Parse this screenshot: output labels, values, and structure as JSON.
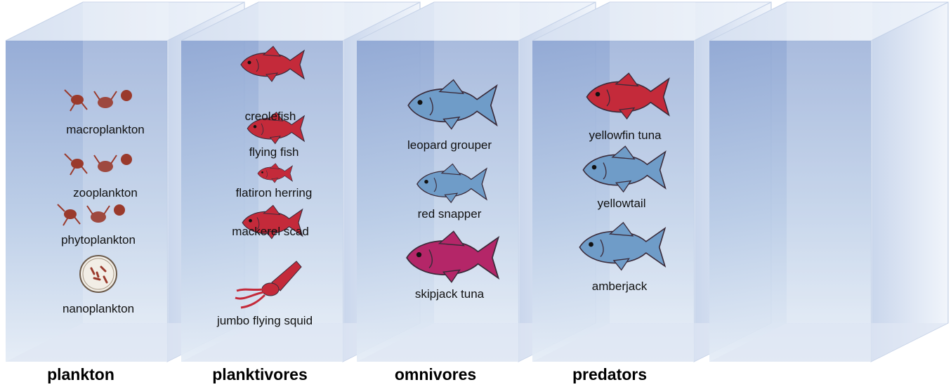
{
  "boxes": [
    {
      "title": "plankton",
      "items": [
        {
          "label": "macroplankton",
          "icon": "plankton-cluster-icon"
        },
        {
          "label": "zooplankton",
          "icon": "plankton-cluster-icon"
        },
        {
          "label": "phytoplankton",
          "icon": "plankton-cluster-icon"
        },
        {
          "label": "nanoplankton",
          "icon": "petri-dish-icon"
        }
      ]
    },
    {
      "title": "planktivores",
      "items": [
        {
          "label": "creolefish",
          "icon": "red-fish-icon"
        },
        {
          "label": "flying fish",
          "icon": "red-fish-icon"
        },
        {
          "label": "flatiron herring",
          "icon": "red-fish-icon"
        },
        {
          "label": "mackerel scad",
          "icon": "red-fish-icon"
        },
        {
          "label": "jumbo flying squid",
          "icon": "squid-icon"
        }
      ]
    },
    {
      "title": "omnivores",
      "items": [
        {
          "label": "leopard grouper",
          "icon": "blue-fish-icon"
        },
        {
          "label": "red snapper",
          "icon": "blue-fish-icon"
        },
        {
          "label": "skipjack tuna",
          "icon": "magenta-fish-icon"
        }
      ]
    },
    {
      "title": "predators",
      "items": [
        {
          "label": "yellowfin tuna",
          "icon": "red-fish-icon"
        },
        {
          "label": "yellowtail",
          "icon": "blue-fish-icon"
        },
        {
          "label": "amberjack",
          "icon": "blue-fish-icon"
        }
      ]
    },
    {
      "title": "",
      "items": []
    }
  ],
  "colors": {
    "glass": "#9fb6db",
    "red_fish": "#c42a3a",
    "blue_fish": "#6f9cc8",
    "magenta_fish": "#b42668",
    "plankton": "#9a3a2c"
  }
}
